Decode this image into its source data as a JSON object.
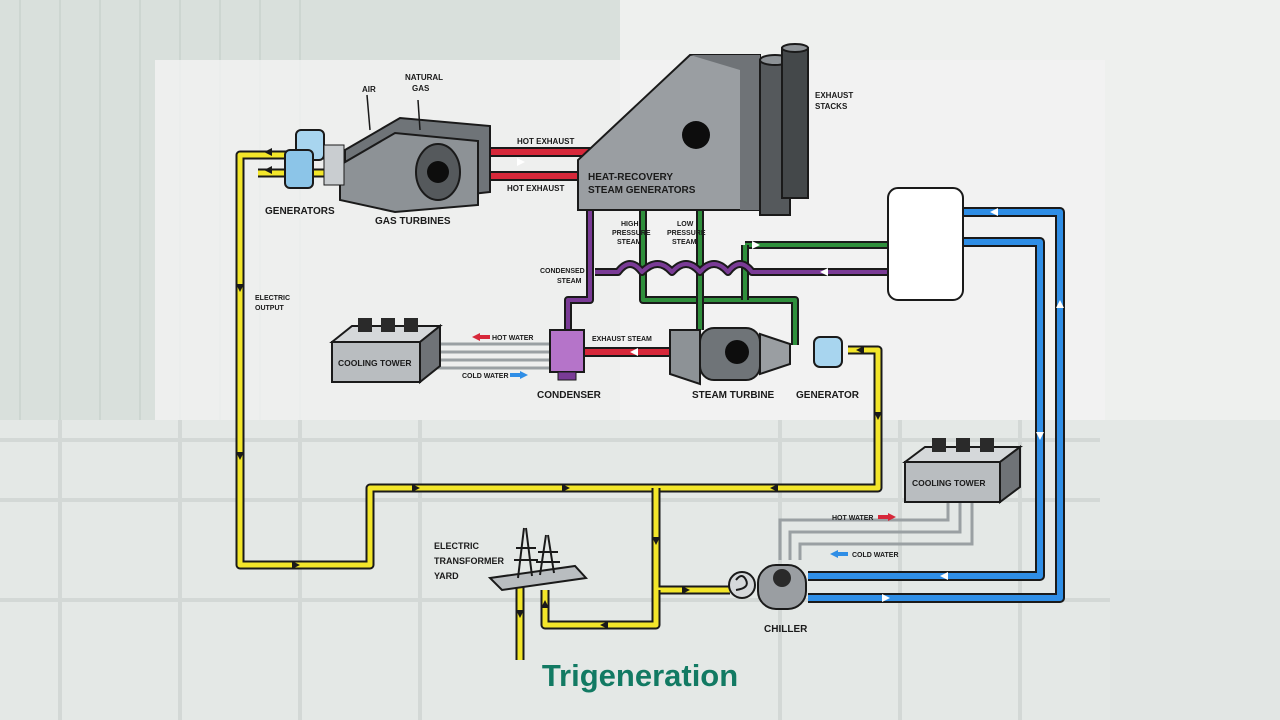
{
  "caption": "Trigeneration",
  "colors": {
    "electric": "#f3e62a",
    "exhaust": "#d7283a",
    "hp_steam": "#2f8f3c",
    "condensed": "#7a3b96",
    "chilled": "#2f8ee6",
    "cooling": "#cfd4d6",
    "accent": "#127a63"
  },
  "labels": {
    "air": "AIR",
    "natural_gas_1": "NATURAL",
    "natural_gas_2": "GAS",
    "hot_exhaust_top": "HOT EXHAUST",
    "hot_exhaust_bottom": "HOT EXHAUST",
    "exhaust_stacks_1": "EXHAUST",
    "exhaust_stacks_2": "STACKS",
    "hrsg_1": "HEAT-RECOVERY",
    "hrsg_2": "STEAM GENERATORS",
    "generators": "GENERATORS",
    "gas_turbines": "GAS TURBINES",
    "high_pressure_1": "HIGH",
    "high_pressure_2": "PRESSURE",
    "high_pressure_3": "STEAM",
    "low_pressure_1": "LOW",
    "low_pressure_2": "PRESSURE",
    "low_pressure_3": "STEAM",
    "condensed_1": "CONDENSED",
    "condensed_2": "STEAM",
    "electric_output_1": "ELECTRIC",
    "electric_output_2": "OUTPUT",
    "cooling_tower_left": "COOLING TOWER",
    "hot_water_left": "HOT WATER",
    "cold_water_left": "COLD WATER",
    "exhaust_steam": "EXHAUST STEAM",
    "condenser": "CONDENSER",
    "steam_turbine": "STEAM TURBINE",
    "generator": "GENERATOR",
    "cooling_tower_right": "COOLING TOWER",
    "hot_water_right": "HOT WATER",
    "cold_water_right": "COLD WATER",
    "transformer_1": "ELECTRIC",
    "transformer_2": "TRANSFORMER",
    "transformer_3": "YARD",
    "chiller": "CHILLER"
  }
}
